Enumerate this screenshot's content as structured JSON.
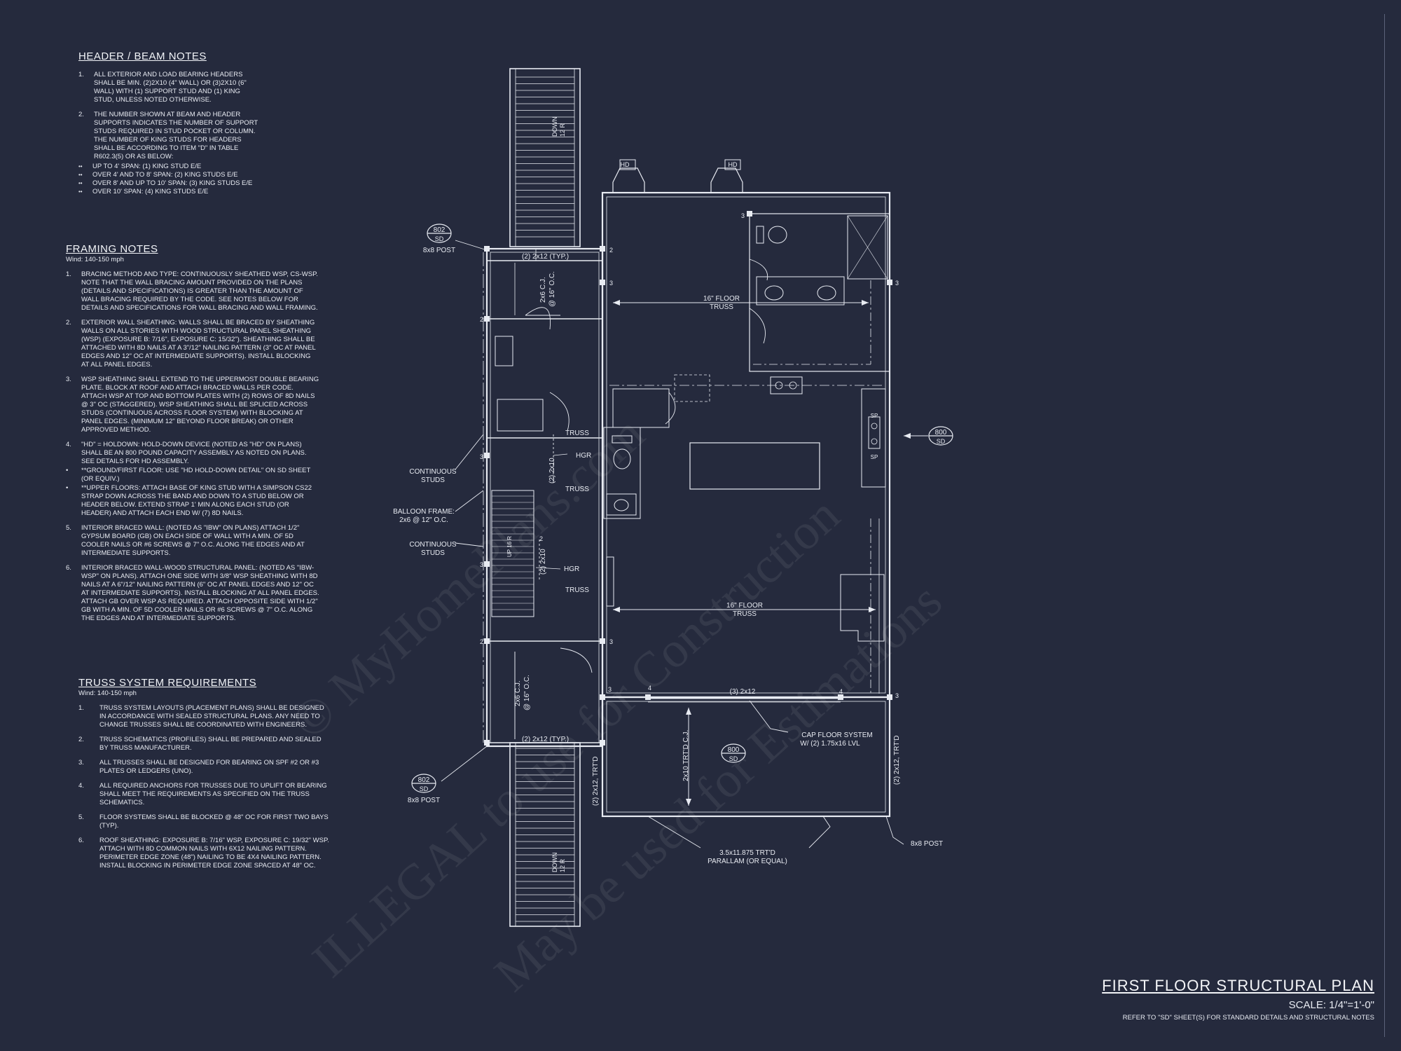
{
  "header_notes": {
    "title": "HEADER / BEAM NOTES",
    "items": [
      {
        "num": "1.",
        "text": "ALL EXTERIOR AND LOAD BEARING HEADERS SHALL BE MIN. (2)2x10 (4\" WALL) OR (3)2x10 (6\" WALL) WITH (1) SUPPORT STUD AND (1) KING STUD, UNLESS NOTED OTHERWISE."
      },
      {
        "num": "2.",
        "text": "THE NUMBER SHOWN AT BEAM AND HEADER SUPPORTS INDICATES THE NUMBER OF SUPPORT STUDS REQUIRED IN STUD POCKET OR COLUMN. THE NUMBER OF KING STUDS FOR HEADERS SHALL BE ACCORDING TO ITEM \"d\" IN TABLE R602.3(5) OR AS BELOW:"
      }
    ],
    "bullets": [
      "UP TO 4' SPAN: (1) KING STUD E/E",
      "OVER 4' AND TO 8' SPAN: (2) KING STUDS E/E",
      "OVER 8' AND UP TO 10' SPAN: (3) KING STUDS E/E",
      "OVER 10' SPAN: (4) KING STUDS E/E"
    ]
  },
  "framing_notes": {
    "title": "FRAMING NOTES",
    "wind": "Wind: 140-150 mph",
    "items": [
      {
        "num": "1.",
        "text": "BRACING METHOD AND TYPE: CONTINUOUSLY SHEATHED WSP, CS-WSP. NOTE THAT THE WALL BRACING AMOUNT PROVIDED ON THE PLANS (DETAILS AND SPECIFICATIONS) IS GREATER THAN THE AMOUNT OF WALL BRACING REQUIRED BY THE CODE. SEE NOTES BELOW FOR DETAILS AND SPECIFICATIONS FOR WALL BRACING AND WALL FRAMING."
      },
      {
        "num": "2.",
        "text": "EXTERIOR WALL SHEATHING: WALLS SHALL BE BRACED BY SHEATHING WALLS ON ALL STORIES WITH WOOD STRUCTURAL PANEL SHEATHING (WSP) (EXPOSURE B: 7/16\", EXPOSURE C: 15/32\"). SHEATHING SHALL BE ATTACHED WITH 8d NAILS AT A 3\"/12\" NAILING PATTERN (3\" OC AT PANEL EDGES AND 12\" OC AT INTERMEDIATE SUPPORTS). INSTALL BLOCKING AT ALL PANEL EDGES."
      },
      {
        "num": "3.",
        "text": "WSP SHEATHING SHALL EXTEND TO THE UPPERMOST DOUBLE BEARING PLATE. BLOCK AT ROOF AND ATTACH BRACED WALLS PER CODE. ATTACH WSP AT TOP AND BOTTOM PLATES WITH (2) ROWS OF 8d NAILS @ 3\" OC (STAGGERED). WSP SHEATHING SHALL BE SPLICED ACROSS STUDS (CONTINUOUS ACROSS FLOOR SYSTEM) WITH BLOCKING AT PANEL EDGES. (MINIMUM 12\" BEYOND FLOOR BREAK) OR OTHER APPROVED METHOD."
      },
      {
        "num": "4.",
        "text": "\"HD\" = HOLDOWN: HOLD-DOWN DEVICE (NOTED AS \"HD\" ON PLANS) SHALL BE AN 800 POUND CAPACITY ASSEMBLY AS NOTED ON PLANS. SEE DETAILS FOR HD ASSEMBLY."
      },
      {
        "num": "•",
        "text": "**GROUND/FIRST FLOOR: USE \"HD HOLD-DOWN DETAIL\" ON SD SHEET (OR EQUIV.)"
      },
      {
        "num": "•",
        "text": "**UPPER FLOORS: ATTACH BASE OF KING STUD WITH A SIMPSON CS22 STRAP DOWN ACROSS THE BAND AND DOWN TO A STUD BELOW OR HEADER BELOW. EXTEND STRAP 1' MIN ALONG EACH STUD (OR HEADER) AND ATTACH EACH END W/ (7) 8d NAILS."
      },
      {
        "num": "5.",
        "text": "INTERIOR BRACED WALL: (NOTED AS \"IBW\" ON PLANS) ATTACH 1/2\" GYPSUM BOARD (GB) ON EACH SIDE OF WALL WITH A MIN. OF 5d COOLER NAILS OR #6 SCREWS @ 7\" O.C. ALONG THE EDGES AND AT INTERMEDIATE SUPPORTS."
      },
      {
        "num": "6.",
        "text": "INTERIOR BRACED WALL-WOOD STRUCTURAL PANEL: (NOTED AS \"IBW-WSP\" ON PLANS). ATTACH ONE SIDE WITH 3/8\" WSP SHEATHING WITH 8d NAILS AT A 6\"/12\" NAILING PATTERN (6\" OC AT PANEL EDGES AND 12\" OC AT INTERMEDIATE SUPPORTS). INSTALL BLOCKING AT ALL PANEL EDGES. ATTACH GB OVER WSP AS REQUIRED. ATTACH OPPOSITE SIDE WITH 1/2\" GB WITH A MIN. OF 5d COOLER NAILS OR #6 SCREWS @ 7\" O.C. ALONG THE EDGES AND AT INTERMEDIATE SUPPORTS."
      }
    ]
  },
  "truss_notes": {
    "title": "TRUSS SYSTEM REQUIREMENTS",
    "wind": "Wind: 140-150 mph",
    "items": [
      {
        "num": "1.",
        "text": "TRUSS SYSTEM LAYOUTS (PLACEMENT PLANS) SHALL BE DESIGNED IN ACCORDANCE WITH SEALED STRUCTURAL PLANS. ANY NEED TO CHANGE TRUSSES SHALL BE COORDINATED WITH ENGINEERS."
      },
      {
        "num": "2.",
        "text": "TRUSS SCHEMATICS (PROFILES) SHALL BE PREPARED AND SEALED BY TRUSS MANUFACTURER."
      },
      {
        "num": "3.",
        "text": "ALL TRUSSES SHALL BE DESIGNED FOR BEARING ON SPF #2 OR #3 PLATES OR LEDGERS (UNO)."
      },
      {
        "num": "4.",
        "text": "ALL REQUIRED ANCHORS FOR TRUSSES DUE TO UPLIFT OR BEARING SHALL MEET THE REQUIREMENTS AS SPECIFIED ON THE TRUSS SCHEMATICS."
      },
      {
        "num": "5.",
        "text": "FLOOR SYSTEMS SHALL BE BLOCKED @ 48\" OC FOR FIRST TWO BAYS (TYP)."
      },
      {
        "num": "6.",
        "text": "ROOF SHEATHING: EXPOSURE B: 7/16\" WSP, EXPOSURE C: 19/32\" WSP. ATTACH WITH 8d COMMON NAILS WITH 6x12 NAILING PATTERN. PERIMETER EDGE ZONE (48\") NAILING TO BE 4x4 NAILING PATTERN. INSTALL BLOCKING IN PERIMETER EDGE ZONE SPACED AT 48\" OC."
      }
    ]
  },
  "title_block": {
    "title": "FIRST FLOOR STRUCTURAL PLAN",
    "scale": "SCALE: 1/4\"=1'-0\"",
    "reference": "REFER TO \"SD\" SHEET(S) FOR STANDARD DETAILS AND STRUCTURAL NOTES"
  },
  "plan_labels": {
    "hd": "HD",
    "down": "DOWN",
    "down_count": "12 R",
    "up": "UP 16 R",
    "detail_num_802": "802",
    "detail_num_800": "800",
    "sheet_sd": "SD",
    "post_8x8": "8x8 POST",
    "beam_2x12_typ": "(2) 2x12 (TYP.)",
    "cj_2x6": "2x6 C.J.",
    "cj_spacing": "@ 16\" O.C.",
    "floor_truss": "16\" FLOOR",
    "truss": "TRUSS",
    "continuous": "CONTINUOUS",
    "studs": "STUDS",
    "balloon_frame": "BALLOON FRAME:",
    "balloon_spacing": "2x6 @ 12\" O.C.",
    "hgr": "HGR",
    "beam_2x10": "(2) 2x10",
    "beam_3x12": "(3) 2x12",
    "cap_floor": "CAP FLOOR SYSTEM",
    "cap_floor_lvl": "W/ (2) 1.75x16 LVL",
    "trtd_2x10": "2x10 TRT'D C.J.",
    "trtd_2x12": "(2) 2x12, TRT'D",
    "parallam": "3.5x11.875 TRT'D",
    "parallam_2": "PARALLAM (OR EQUAL)",
    "sp": "SP",
    "n2": "2",
    "n3": "3",
    "n4": "4"
  },
  "watermark": {
    "line1": "© MyHomePlans.com",
    "line2": "ILLEGAL to use for Construction",
    "line3": "May be used for Estimations"
  },
  "colors": {
    "background": "#252a3d",
    "linework": "#e8ebf2",
    "accent": "#9aa1b8"
  }
}
